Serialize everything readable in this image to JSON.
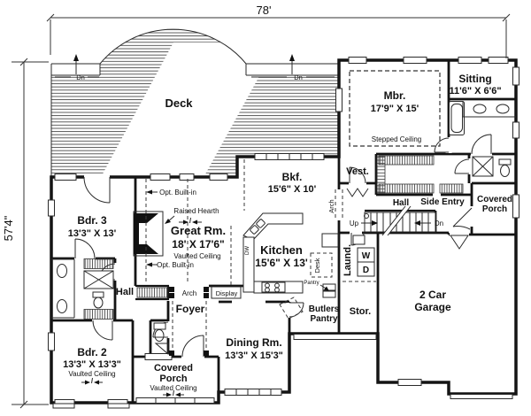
{
  "sheet": {
    "paper": "#ffffff",
    "ink": "#141414"
  },
  "dimensions": {
    "width_label": "78'",
    "depth_label": "57'4\""
  },
  "deck": {
    "name": "Deck",
    "dn_left": "Dn",
    "dn_right": "Dn"
  },
  "rooms": {
    "mbr": {
      "name": "Mbr.",
      "size": "17'9\" X 15'",
      "ceiling": "Stepped Ceiling"
    },
    "sitting": {
      "name": "Sitting",
      "size": "11'6\" X 6'6\""
    },
    "bkf": {
      "name": "Bkf.",
      "size": "15'6\" X 10'"
    },
    "great": {
      "name": "Great Rm.",
      "size": "18' X 17'6\"",
      "ceiling": "Vaulted Ceiling"
    },
    "kitchen": {
      "name": "Kitchen",
      "size": "15'6\" X 13'"
    },
    "bdr3": {
      "name": "Bdr. 3",
      "size": "13'3\" X 13'"
    },
    "bdr2": {
      "name": "Bdr. 2",
      "size": "13'3\" X 13'3\"",
      "ceiling": "Vaulted Ceiling"
    },
    "dining": {
      "name": "Dining Rm.",
      "size": "13'3\" X 15'3\""
    },
    "garage": {
      "line1": "2 Car",
      "line2": "Garage"
    },
    "stor": {
      "name": "Stor."
    },
    "laund": {
      "name": "Laund."
    },
    "vest": {
      "name": "Vest."
    },
    "foyer": {
      "name": "Foyer"
    },
    "hall_master": {
      "name": "Hall"
    },
    "hall_bedroom": {
      "name": "Hall"
    },
    "side_entry": {
      "name": "Side Entry"
    },
    "porch_right": {
      "line1": "Covered",
      "line2": "Porch"
    },
    "porch_bottom": {
      "line1": "Covered",
      "line2": "Porch",
      "ceiling": "Vaulted Ceiling"
    },
    "butlers": {
      "line1": "Butlers",
      "line2": "Pantry"
    }
  },
  "annotations": {
    "opt_builtin_top": "Opt. Built-in",
    "opt_builtin_bottom": "Opt. Built-in",
    "raised_hearth": "Raised Hearth",
    "arch": "Arch",
    "display": "Display",
    "arch_vest": "Arch",
    "desk": "Desk",
    "pantry": "Pantry",
    "dishwasher": "DW",
    "washer": "W",
    "dryer": "D",
    "up": "Up",
    "down": "Dn"
  }
}
